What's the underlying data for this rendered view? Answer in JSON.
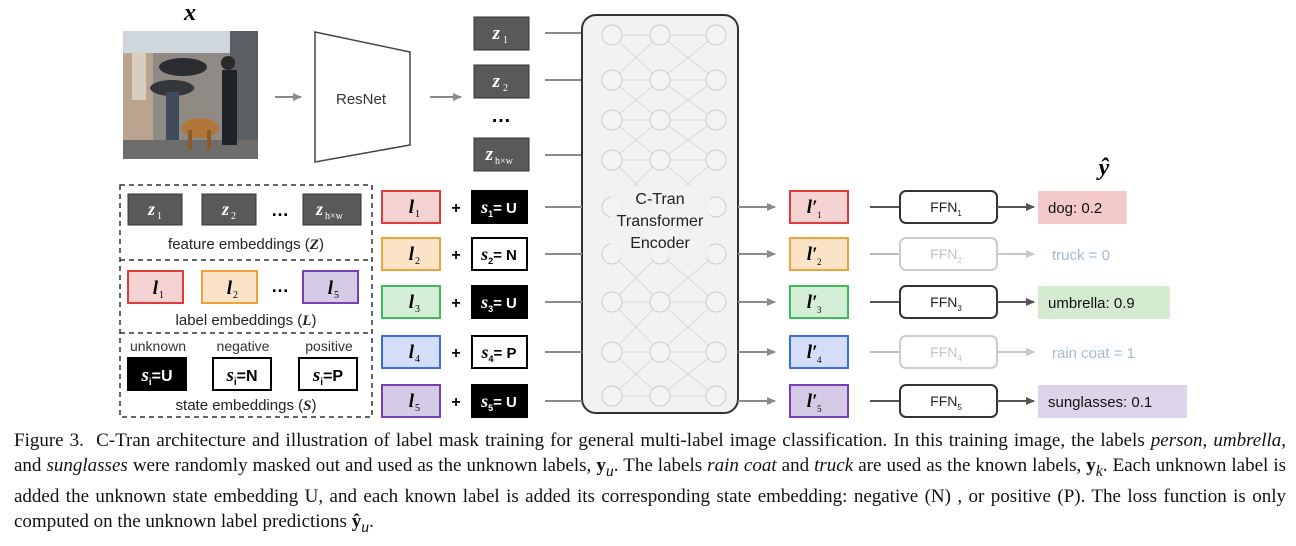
{
  "figure": {
    "image_label": "x",
    "backbone": "ResNet",
    "feature_tokens": [
      {
        "main": "z",
        "sub": "1"
      },
      {
        "main": "z",
        "sub": "2"
      },
      {
        "main": "z",
        "sub": "h×w"
      }
    ],
    "token_ellipsis": "…",
    "panel": {
      "feature_caption": "feature embeddings (",
      "feature_symbol": "Z",
      "label_caption": "label embeddings (",
      "label_symbol": "L",
      "state_caption": "state embeddings (",
      "state_symbol": "S",
      "close_paren": ")",
      "feature_items": [
        {
          "main": "z",
          "sub": "1"
        },
        {
          "main": "z",
          "sub": "2"
        },
        {
          "main": "z",
          "sub": "h×w"
        }
      ],
      "label_items": [
        {
          "main": "l",
          "sub": "1",
          "color": "#e03c3c",
          "fill": "#f6d3d3"
        },
        {
          "main": "l",
          "sub": "2",
          "color": "#f0a13a",
          "fill": "#fbe3c8"
        },
        {
          "main": "l",
          "sub": "5",
          "color": "#7a3fb4",
          "fill": "#d6cbe6"
        }
      ],
      "ellipsis": "…",
      "state_items": [
        {
          "header": "unknown",
          "main": "s",
          "sub": "i",
          "value": "=U",
          "inverted": true
        },
        {
          "header": "negative",
          "main": "s",
          "sub": "i",
          "value": "=N",
          "inverted": false
        },
        {
          "header": "positive",
          "main": "s",
          "sub": "i",
          "value": "=P",
          "inverted": false
        }
      ]
    },
    "plus": "+",
    "rows": [
      {
        "label": {
          "main": "l",
          "sub": "1"
        },
        "state": {
          "main": "s",
          "sub": "1",
          "value": "= U",
          "inverted": true
        },
        "out": {
          "main": "l",
          "sub": "1",
          "prime": "′"
        },
        "ffn": {
          "main": "FFN",
          "sub": "1"
        },
        "result": "dog: 0.2",
        "active": true,
        "color": "#e03c3c",
        "fill": "#f6d3d3",
        "result_fill": "#f3c9c9"
      },
      {
        "label": {
          "main": "l",
          "sub": "2"
        },
        "state": {
          "main": "s",
          "sub": "2",
          "value": "= N",
          "inverted": false
        },
        "out": {
          "main": "l",
          "sub": "2",
          "prime": "′"
        },
        "ffn": {
          "main": "FFN",
          "sub": "2"
        },
        "result": "truck = 0",
        "active": false,
        "color": "#f0a13a",
        "fill": "#fbe3c8",
        "result_fill": ""
      },
      {
        "label": {
          "main": "l",
          "sub": "3"
        },
        "state": {
          "main": "s",
          "sub": "3",
          "value": "= U",
          "inverted": true
        },
        "out": {
          "main": "l",
          "sub": "3",
          "prime": "′"
        },
        "ffn": {
          "main": "FFN",
          "sub": "3"
        },
        "result": "umbrella: 0.9",
        "active": true,
        "color": "#3dbb5a",
        "fill": "#d4efd6",
        "result_fill": "#d5ebd0"
      },
      {
        "label": {
          "main": "l",
          "sub": "4"
        },
        "state": {
          "main": "s",
          "sub": "4",
          "value": "= P",
          "inverted": false
        },
        "out": {
          "main": "l",
          "sub": "4",
          "prime": "′"
        },
        "ffn": {
          "main": "FFN",
          "sub": "4"
        },
        "result": "rain coat = 1",
        "active": false,
        "color": "#3a6fe0",
        "fill": "#d5def8",
        "result_fill": ""
      },
      {
        "label": {
          "main": "l",
          "sub": "5"
        },
        "state": {
          "main": "s",
          "sub": "5",
          "value": "= U",
          "inverted": true
        },
        "out": {
          "main": "l",
          "sub": "5",
          "prime": "′"
        },
        "ffn": {
          "main": "FFN",
          "sub": "5"
        },
        "result": "sunglasses: 0.1",
        "active": true,
        "color": "#7a3fb4",
        "fill": "#d6cbe6",
        "result_fill": "#dcd4ea"
      }
    ],
    "encoder_lines": [
      "C-Tran",
      "Transformer",
      "Encoder"
    ],
    "yhat_label": "ŷ",
    "colors": {
      "token_fill": "#595959",
      "inactive": "#b7bcc4",
      "inactive_text": "#a9b9cf",
      "arrow": "#8a8a8a"
    }
  },
  "caption": {
    "lead": "Figure 3.",
    "p1": "C-Tran architecture and illustration of label mask training for general multi-label image classification. In this training image, the labels ",
    "person": "person",
    "c1": ", ",
    "umbrella": "umbrella",
    "c2": ", and ",
    "sunglasses": "sunglasses",
    "p2": " were randomly masked out and used as the unknown labels, ",
    "yu_main": "y",
    "yu_sub": "u",
    "p3": ". The labels ",
    "raincoat": "rain coat",
    "c3": " and ",
    "truck": "truck",
    "p4": " are used as the known labels, ",
    "yk_main": "y",
    "yk_sub": "k",
    "p5": ". Each unknown label is added the unknown state embedding U, and each known label is added its corresponding state embedding: negative (N) , or positive (P). The loss function is only computed on the unknown label predictions ",
    "yhat_main": "ŷ",
    "yhat_sub": "u",
    "p6": "."
  }
}
